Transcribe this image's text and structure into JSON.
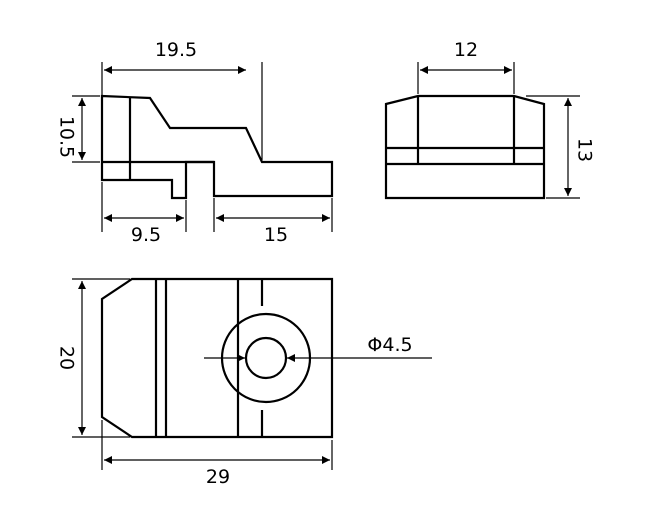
{
  "side_view": {
    "width_overall": "19.5",
    "height": "10.5",
    "base_left": "9.5",
    "base_right": "15"
  },
  "end_view": {
    "width": "12",
    "height": "13"
  },
  "plan_view": {
    "height": "20",
    "width": "29",
    "hole_diameter": "Φ4.5"
  }
}
